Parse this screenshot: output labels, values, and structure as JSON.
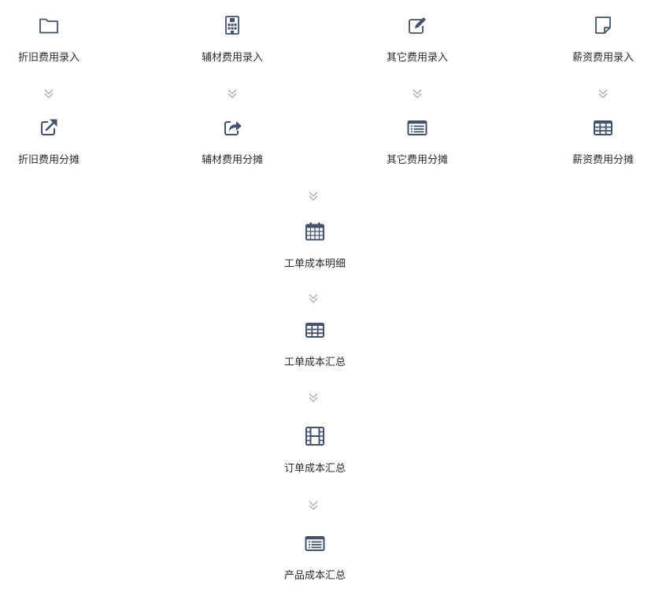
{
  "colors": {
    "icon": "#44526b",
    "arrow": "#a8a8a8",
    "text": "#2b2b2b"
  },
  "flow": {
    "col1": {
      "entry": {
        "label": "折旧费用录入",
        "icon": "folder-icon"
      },
      "allocation": {
        "label": "折旧费用分摊",
        "icon": "external-link-icon"
      }
    },
    "col2": {
      "entry": {
        "label": "辅材费用录入",
        "icon": "building-icon"
      },
      "allocation": {
        "label": "辅材费用分摊",
        "icon": "share-icon"
      }
    },
    "col3": {
      "entry": {
        "label": "其它费用录入",
        "icon": "edit-icon"
      },
      "allocation": {
        "label": "其它费用分摊",
        "icon": "list-icon"
      }
    },
    "col4": {
      "entry": {
        "label": "薪资费用录入",
        "icon": "sticky-note-icon"
      },
      "allocation": {
        "label": "薪资费用分摊",
        "icon": "table-icon"
      }
    },
    "center": [
      {
        "label": "工单成本明细",
        "icon": "calendar-icon"
      },
      {
        "label": "工单成本汇总",
        "icon": "table-icon"
      },
      {
        "label": "订单成本汇总",
        "icon": "film-icon"
      },
      {
        "label": "产品成本汇总",
        "icon": "list-icon"
      }
    ]
  }
}
